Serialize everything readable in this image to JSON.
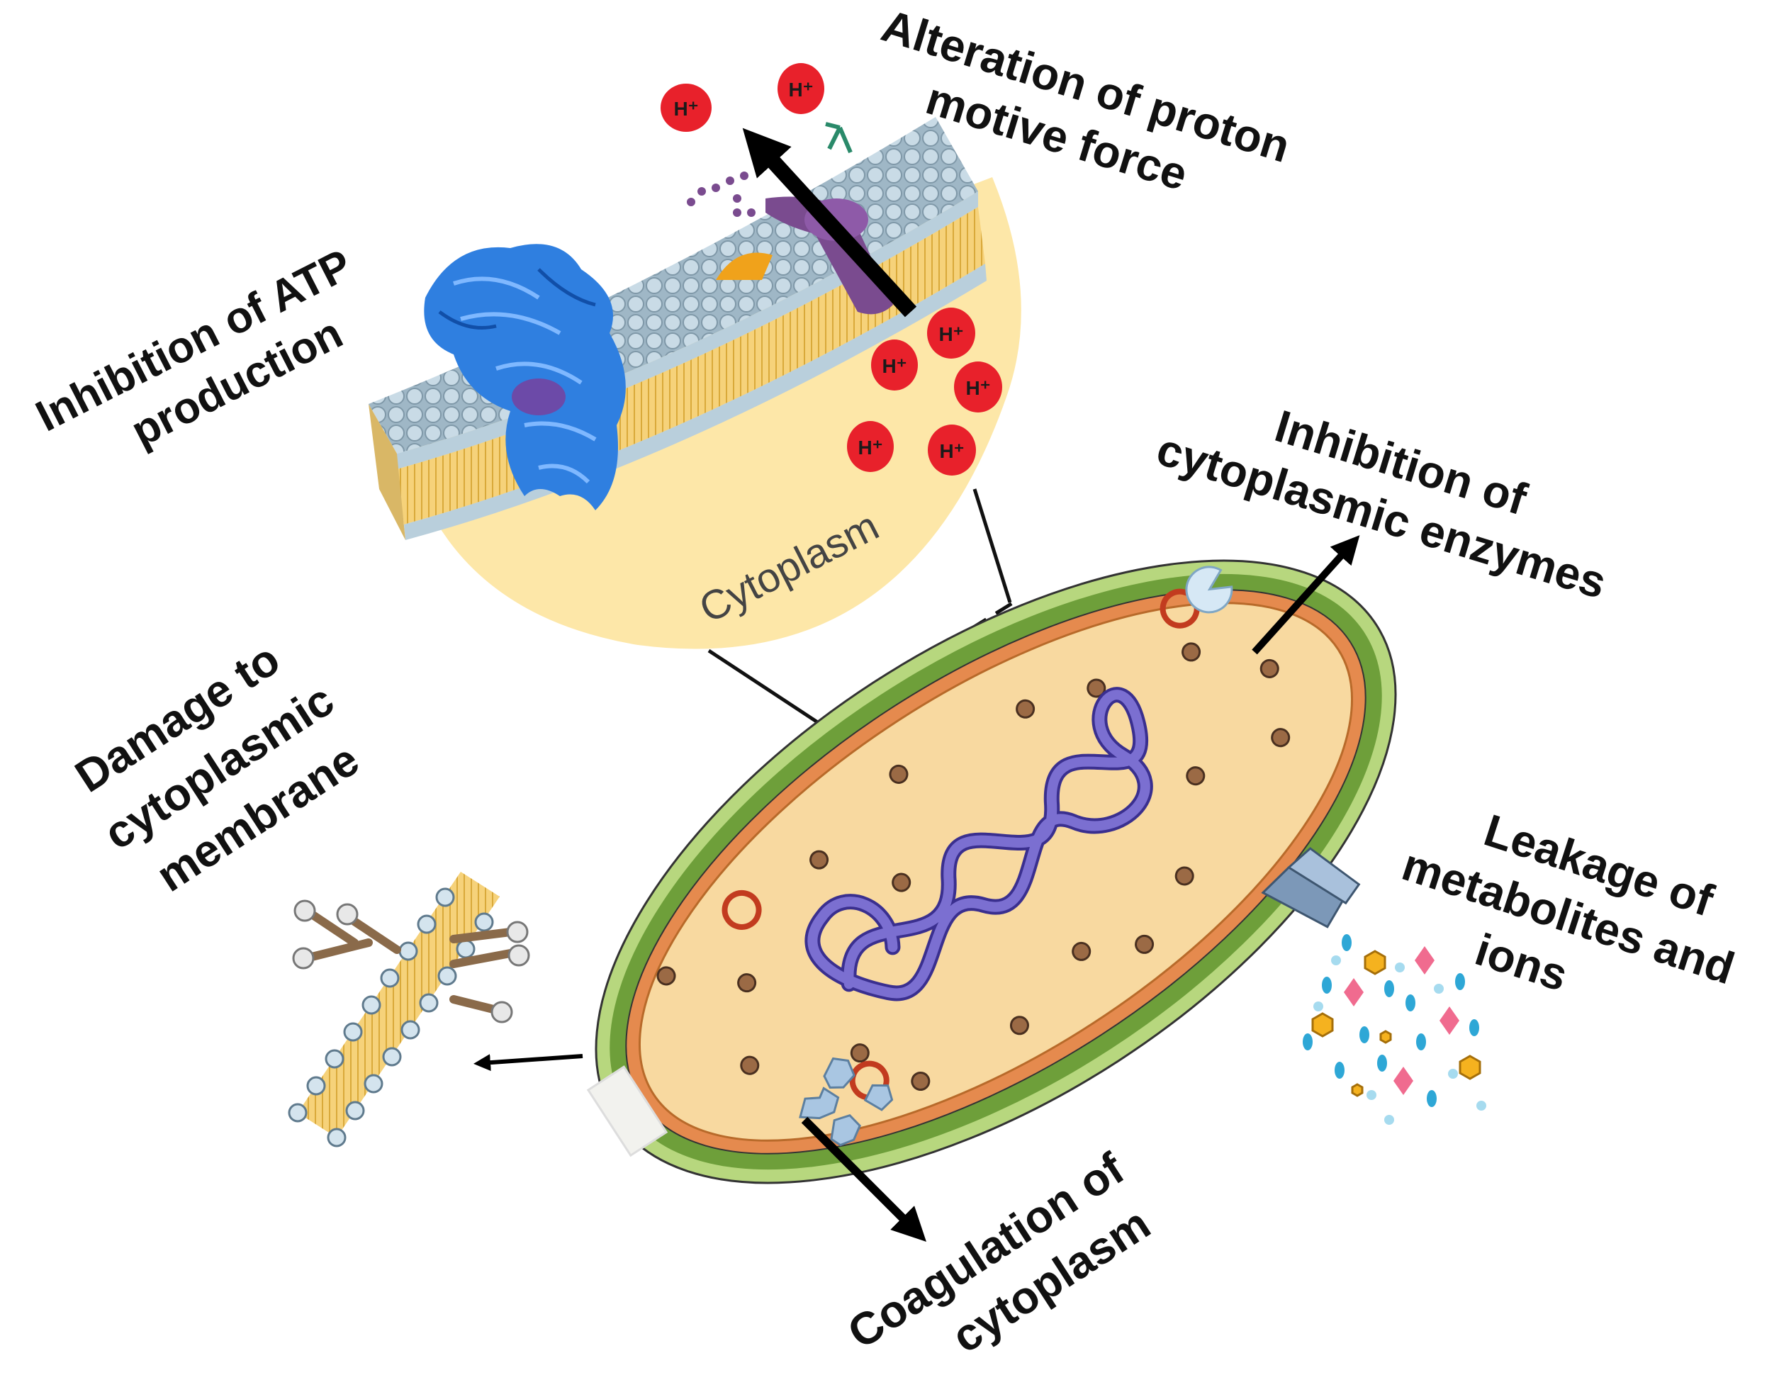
{
  "labels": {
    "proton_line1": "Alteration of proton",
    "proton_line2": "motive force",
    "atp_line1": "Inhibition of ATP",
    "atp_line2": "production",
    "enzymes_line1": "Inhibition of",
    "enzymes_line2": "cytoplasmic enzymes",
    "damage_line1": "Damage to",
    "damage_line2": "cytoplasmic",
    "damage_line3": "membrane",
    "leakage_line1": "Leakage of",
    "leakage_line2": "metabolites and",
    "leakage_line3": "ions",
    "coag_line1": "Coagulation of",
    "coag_line2": "cytoplasm",
    "cytoplasm": "Cytoplasm",
    "proton": "H⁺"
  },
  "colors": {
    "cytoplasm_fill": "#fde7a8",
    "proton_red": "#e8212b",
    "wall_light_green": "#b7d77e",
    "wall_dark_green": "#6e9f3a",
    "membrane_orange": "#e58a4e",
    "cell_interior": "#f8d9a0",
    "dna_purple": "#7b6fd1",
    "atp_synthase_blue": "#2f7fe0"
  }
}
